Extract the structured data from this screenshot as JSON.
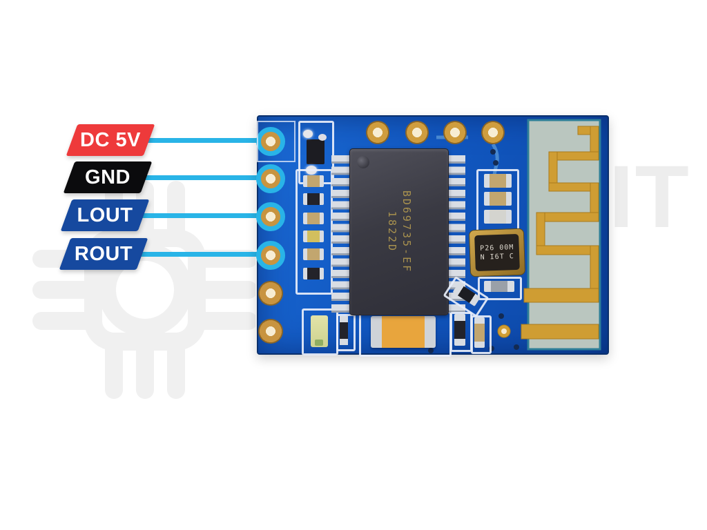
{
  "diagram": {
    "type": "module-pinout",
    "pins": [
      {
        "label": "DC 5V",
        "tag_color": "#ee3a3b"
      },
      {
        "label": "GND",
        "tag_color": "#0b0b0d"
      },
      {
        "label": "LOUT",
        "tag_color": "#16499f"
      },
      {
        "label": "ROUT",
        "tag_color": "#16499f"
      }
    ],
    "connector_color": "#29b4e7"
  },
  "board": {
    "chip": {
      "marking": [
        "1822D",
        "BD69735-EF"
      ]
    },
    "crystal": {
      "marking": [
        "P26 00M",
        "N I6T C"
      ]
    },
    "colors": {
      "solder_mask": "#1157c0",
      "pad_gold": "#c89440",
      "antenna_trace_gold": "#cf9d33",
      "antenna_substrate": "#bac6bf",
      "silkscreen": "#e8eefa"
    }
  },
  "watermark": {
    "right_text": "IT"
  }
}
